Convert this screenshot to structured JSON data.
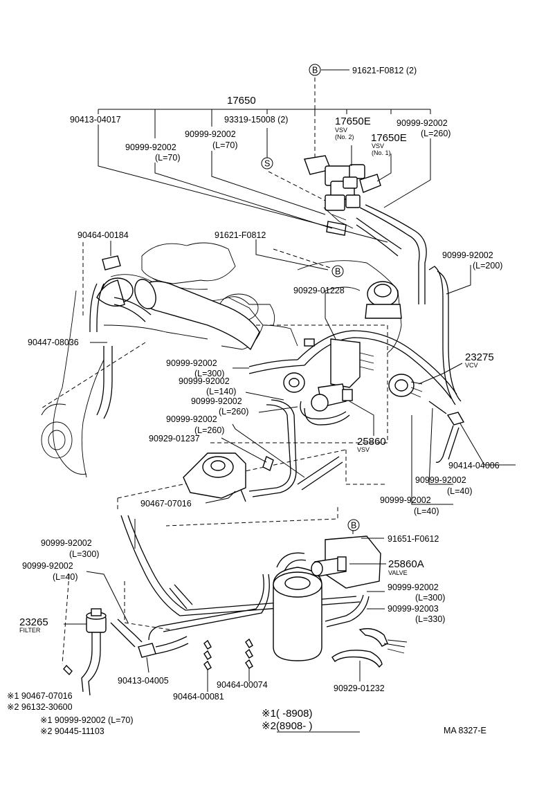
{
  "diagram": {
    "code": "MA 8327-E",
    "note_star1": "※1(      -8908)",
    "note_star2": "※2(8908-       )",
    "labels": {
      "l_91621_top": "91621-F0812 (2)",
      "l_17650": "17650",
      "l_90413_04017": "90413-04017",
      "l_93319": "93319-15008 (2)",
      "l_17650E_a": "17650E",
      "l_vsv_no2": "VSV",
      "l_no2": "(No. 2)",
      "l_17650E_b": "17650E",
      "l_vsv_no1": "VSV",
      "l_no1": "(No. 1)",
      "l_90999_260a": "90999-92002",
      "l_L260a": "(L=260)",
      "l_90999_70a": "90999-92002",
      "l_L70a": "(L=70)",
      "l_90999_70b": "90999-92002",
      "l_L70b": "(L=70)",
      "l_90464_00184": "90464-00184",
      "l_91621_mid": "91621-F0812",
      "l_90999_200": "90999-92002",
      "l_L200": "(L=200)",
      "l_90929_01228": "90929-01228",
      "l_90447_08036": "90447-08036",
      "l_23275": "23275",
      "l_vcv": "VCV",
      "l_90999_300a": "90999-92002",
      "l_L300a": "(L=300)",
      "l_90999_140": "90999-92002",
      "l_L140": "(L=140)",
      "l_90999_260b": "90999-92002",
      "l_L260b": "(L=260)",
      "l_90999_260c": "90999-92002",
      "l_L260c": "(L=260)",
      "l_90929_01237": "90929-01237",
      "l_25860": "25860",
      "l_vsv_25860": "VSV",
      "l_90414_04006": "90414-04006",
      "l_90467_07016": "90467-07016",
      "l_90999_40a": "90999-92002",
      "l_L40a": "(L=40)",
      "l_90999_40b": "90999-92002",
      "l_L40b": "(L=40)",
      "l_91651_F0612": "91651-F0612",
      "l_90999_300b": "90999-92002",
      "l_L300b": "(L=300)",
      "l_90999_40c": "90999-92002",
      "l_L40c": "(L=40)",
      "l_25860A": "25860A",
      "l_valve": "VALVE",
      "l_90999_300c": "90999-92002",
      "l_L300c": "(L=300)",
      "l_90999_92003": "90999-92003",
      "l_L330": "(L=330)",
      "l_23265": "23265",
      "l_filter": "FILTER",
      "l_90413_04005": "90413-04005",
      "l_90464_00081": "90464-00081",
      "l_90464_00074": "90464-00074",
      "l_90929_01232": "90929-01232",
      "l_star1_a": "※1 90467-07016",
      "l_star2_a": "※2 96132-30600",
      "l_star1_b": "※1 90999-92002 (L=70)",
      "l_star2_b": "※2 90445-11103"
    },
    "markers": {
      "b": "B",
      "s": "S"
    }
  }
}
